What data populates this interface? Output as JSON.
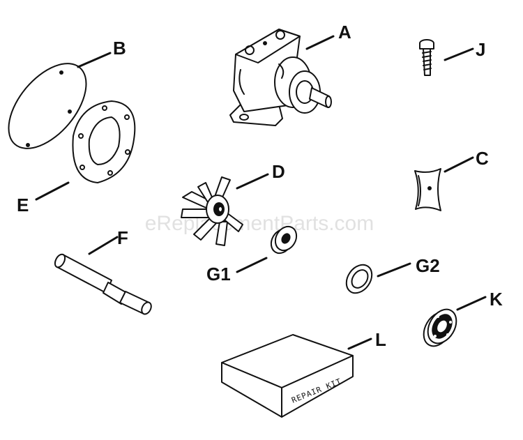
{
  "watermark": "eReplacementParts.com",
  "callouts": {
    "a": "A",
    "b": "B",
    "c": "C",
    "d": "D",
    "e": "E",
    "f": "F",
    "g1": "G1",
    "g2": "G2",
    "j": "J",
    "k": "K",
    "l": "L"
  },
  "repair_kit_label": "REPAIR KIT",
  "colors": {
    "ink": "#111111",
    "watermark": "#c9c9c9",
    "background": "#ffffff"
  }
}
